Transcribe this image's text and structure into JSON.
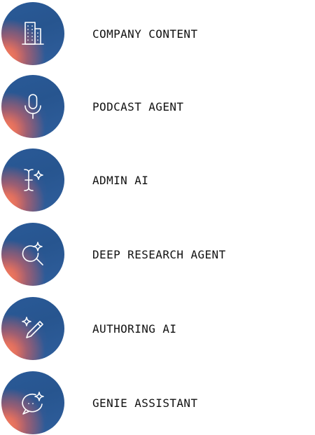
{
  "features": [
    {
      "label": "COMPANY CONTENT",
      "icon": "building-icon"
    },
    {
      "label": "PODCAST AGENT",
      "icon": "microphone-icon"
    },
    {
      "label": "ADMIN AI",
      "icon": "text-cursor-sparkle-icon"
    },
    {
      "label": "DEEP RESEARCH AGENT",
      "icon": "search-sparkle-icon"
    },
    {
      "label": "AUTHORING AI",
      "icon": "pencil-sparkle-icon"
    },
    {
      "label": "GENIE ASSISTANT",
      "icon": "chat-sparkle-icon"
    }
  ],
  "colors": {
    "badge_blue": "#2a5a98",
    "badge_accent": "#f5805e",
    "label_text": "#111111"
  }
}
